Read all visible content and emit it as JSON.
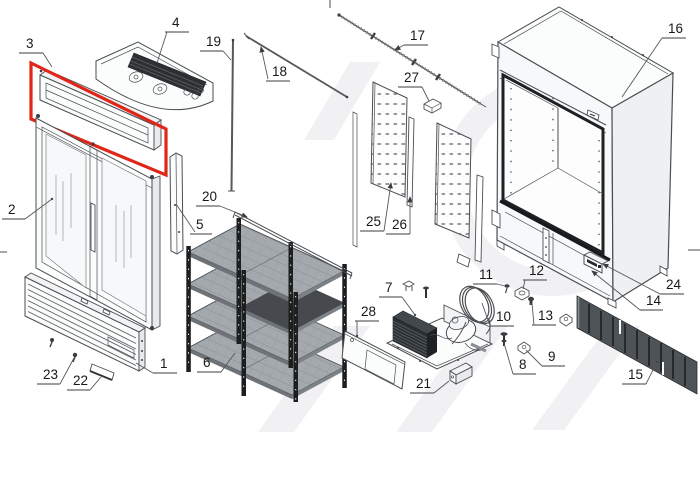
{
  "diagram_title": "",
  "callouts": [
    "1",
    "2",
    "3",
    "4",
    "5",
    "6",
    "7",
    "8",
    "9",
    "10",
    "11",
    "12",
    "13",
    "14",
    "15",
    "16",
    "17",
    "18",
    "19",
    "20",
    "21",
    "22",
    "23",
    "24",
    "25",
    "26",
    "27",
    "28"
  ],
  "highlight": {
    "part": "3",
    "color": "#e02618"
  },
  "palette": {
    "line": "#4a4e52",
    "dark_fill": "#2c3033",
    "dark_panel": "#4e5357",
    "shelf_gray": "#a4a9ad",
    "watermark": "#f1f1f3",
    "background": "#ffffff"
  }
}
